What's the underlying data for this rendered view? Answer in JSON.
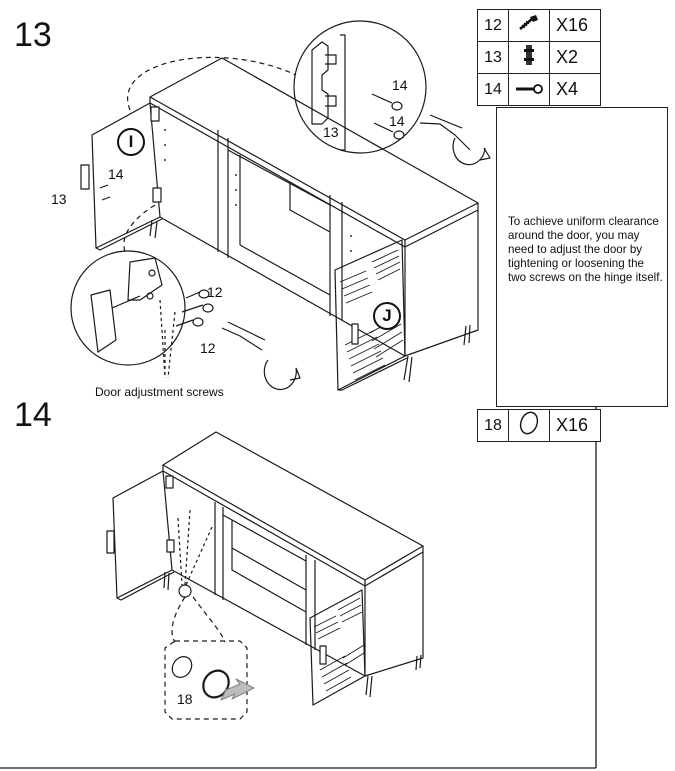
{
  "steps": [
    {
      "number": "13"
    },
    {
      "number": "14"
    }
  ],
  "parts_13": [
    {
      "id": "12",
      "icon": "screw-icon",
      "qty": "X16"
    },
    {
      "id": "13",
      "icon": "hinge-plate-icon",
      "qty": "X2"
    },
    {
      "id": "14",
      "icon": "long-screw-icon",
      "qty": "X4"
    }
  ],
  "parts_14": [
    {
      "id": "18",
      "icon": "cap-icon",
      "qty": "X16"
    }
  ],
  "note": "To achieve uniform clearance around the door, you may need to adjust the door by tightening or loosening the two screws on the hinge itself.",
  "callouts": {
    "door_left": "I",
    "door_right": "J",
    "part_14": "14",
    "part_13": "13",
    "part_12": "12",
    "part_18": "18",
    "adjust_caption": "Door adjustment screws"
  }
}
